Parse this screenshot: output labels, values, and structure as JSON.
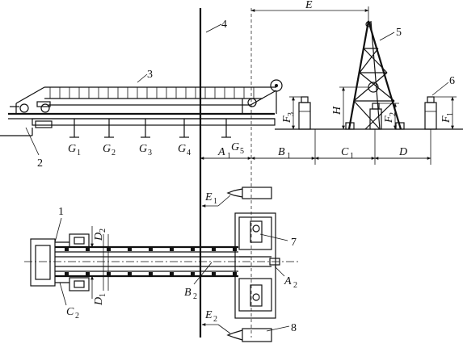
{
  "labels": {
    "n1": "1",
    "n2": "2",
    "n3": "3",
    "n4": "4",
    "n5": "5",
    "n6": "6",
    "n7": "7",
    "n8": "8",
    "E": "E",
    "H": "H",
    "F": "F",
    "F_sub1": "1",
    "F_sub2": "2",
    "F_sub3": "3",
    "G": "G",
    "G1": "1",
    "G2": "2",
    "G3": "3",
    "G4": "4",
    "G5": "5",
    "A": "A",
    "A1": "1",
    "A2": "2",
    "B": "B",
    "B1": "1",
    "B2": "2",
    "C": "C",
    "C1": "1",
    "C2": "2",
    "D": "D",
    "D1": "1",
    "D2": "2",
    "E1": "1",
    "E2": "2"
  }
}
